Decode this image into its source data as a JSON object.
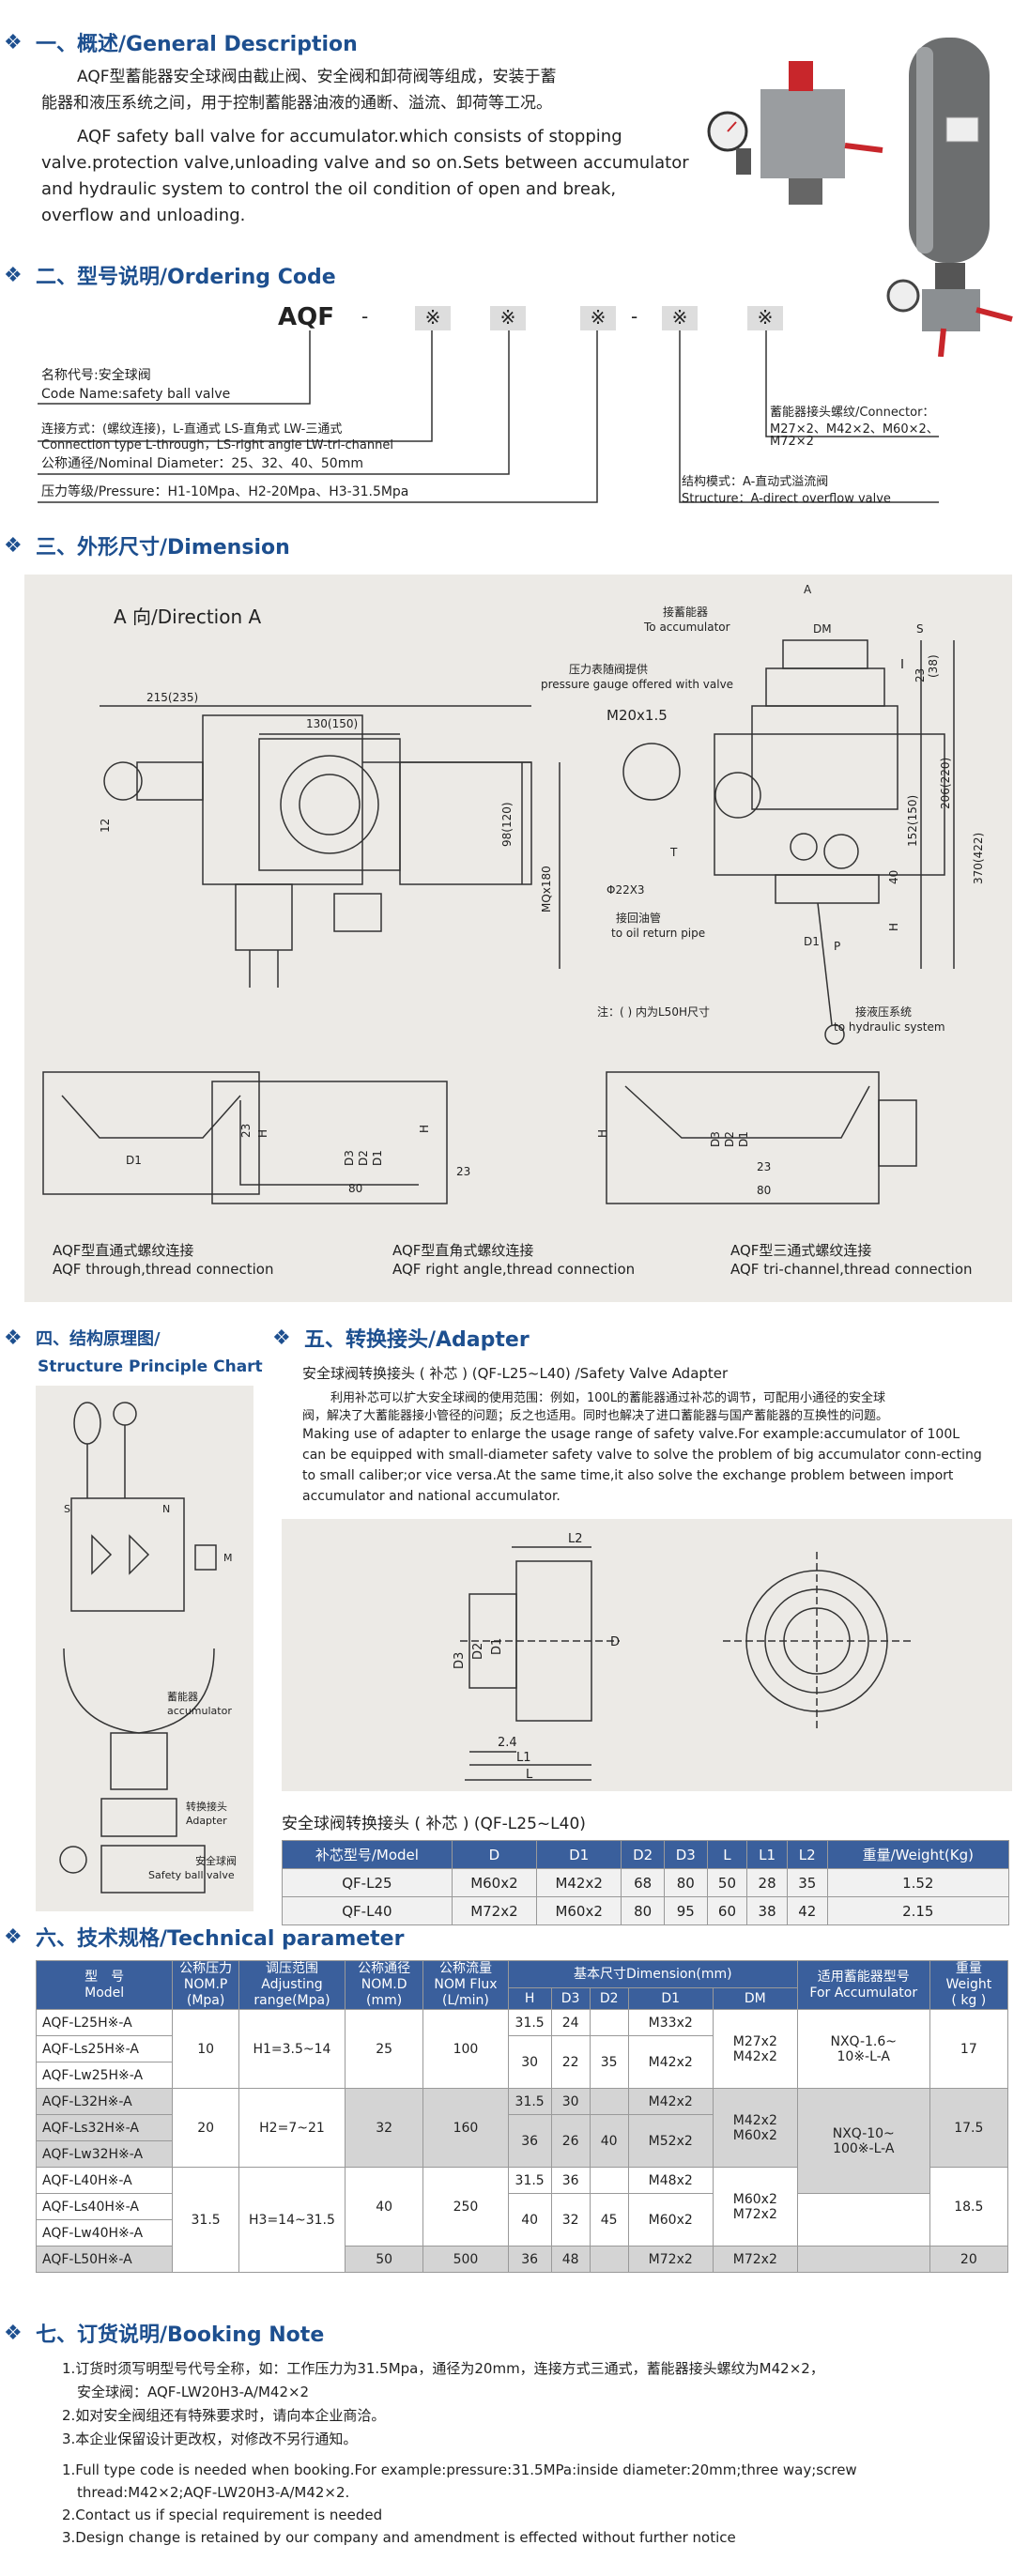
{
  "sections": {
    "s1": {
      "diamond": "❖",
      "title": "一、概述/General Description"
    },
    "s2": {
      "diamond": "❖",
      "title": "二、型号说明/Ordering Code"
    },
    "s3": {
      "diamond": "❖",
      "title": "三、外形尺寸/Dimension"
    },
    "s4": {
      "diamond": "❖",
      "title": "四、结构原理图/",
      "title2": "Structure Principle Chart"
    },
    "s5": {
      "diamond": "❖",
      "title": "五、转换接头/Adapter"
    },
    "s6": {
      "diamond": "❖",
      "title": "六、技术规格/Technical parameter"
    },
    "s7": {
      "diamond": "❖",
      "title": "七、订货说明/Booking Note"
    }
  },
  "description": {
    "cn_line1": "AQF型蓄能器安全球阀由截止阀、安全阀和卸荷阀等组成，安装于蓄",
    "cn_line2": "能器和液压系统之间，用于控制蓄能器油液的通断、溢流、卸荷等工况。",
    "en_line1": "AQF safety ball valve for accumulator.which consists of stopping",
    "en_line2": "valve.protection valve,unloading valve and so on.Sets between accumulator",
    "en_line3": "and hydraulic system to control the oil condition of open and break,",
    "en_line4": "overflow and unloading."
  },
  "ordering": {
    "code_main": "AQF",
    "dash": "-",
    "mark": "※",
    "name_cn": "名称代号:安全球阀",
    "name_en": "Code Name:safety ball valve",
    "conn_cn": "连接方式：(螺纹连接)，L-直通式  LS-直角式  LW-三通式",
    "conn_en": "Connection type L-through，LS-right angle LW-tri-channel",
    "diam": "公称通径/Nominal Diameter：25、32、40、50mm",
    "pressure": "压力等级/Pressure：H1-10Mpa、H2-20Mpa、H3-31.5Mpa",
    "connector_cn": "蓄能器接头螺纹/Connector：",
    "connector_v1": "M27×2、M42×2、M60×2、",
    "connector_v2": "M72×2",
    "struct_cn": "结构模式：A-直动式溢流阀",
    "struct_en": "Structure：A-direct overflow valve"
  },
  "dimension": {
    "direction": "A 向/Direction A",
    "d215": "215(235)",
    "d130": "130(150)",
    "d98": "98(120)",
    "mq180": "MQx180",
    "d12": "12",
    "label_a": "A",
    "dm": "DM",
    "s": "S",
    "to_acc_cn": "接蓄能器",
    "to_acc_en": "To accumulator",
    "gauge_cn": "压力表随阀提供",
    "gauge_en": "pressure gauge offered with valve",
    "m20": "M20x1.5",
    "t": "T",
    "p": "P",
    "d22": "Φ22X3",
    "return_cn": "接回油管",
    "return_en": "to oil return pipe",
    "d1": "D1",
    "h": "H",
    "d40": "40",
    "d152": "152(150)",
    "d206": "206(220)",
    "d370": "370(422)",
    "d23": "23",
    "d38": "(38)",
    "note": "注：( ) 内为L50H尺寸",
    "hyd_cn": "接液压系统",
    "hyd_en": "to hydraulic system",
    "d2": "D2",
    "d3": "D3",
    "d80": "80",
    "cap1_cn": "AQF型直通式螺纹连接",
    "cap1_en": "AQF through,thread connection",
    "cap2_cn": "AQF型直角式螺纹连接",
    "cap2_en": "AQF right angle,thread connection",
    "cap3_cn": "AQF型三通式螺纹连接",
    "cap3_en": "AQF tri-channel,thread connection"
  },
  "structure_chart": {
    "acc_cn": "蓄能器",
    "acc_en": "accumulator",
    "adapter_cn": "转换接头",
    "adapter_en": "Adapter",
    "valve_cn": "安全球阀",
    "valve_en": "Safety ball valve",
    "s": "S",
    "n": "N",
    "m": "M"
  },
  "adapter": {
    "heading": "安全球阀转换接头 ( 补芯 ) (QF-L25~L40) /Safety Valve Adapter",
    "cn_line1": "利用补芯可以扩大安全球阀的使用范围：例如，100L的蓄能器通过补芯的调节，可配用小通径的安全球",
    "cn_line2": "阀，解决了大蓄能器接小管径的问题；反之也适用。同时也解决了进口蓄能器与国产蓄能器的互换性的问题。",
    "en_line1": "Making use of adapter to enlarge the usage range of safety valve.For example:accumulator of 100L",
    "en_line2": "can be equipped with small-diameter safety valve to solve the problem of big accumulator conn-ecting",
    "en_line3": "to small caliber;or vice versa.At the same time,it also solve the exchange problem between import",
    "en_line4": "accumulator and national accumulator.",
    "l2": "L2",
    "l1": "L1",
    "l": "L",
    "d": "D",
    "d1": "D1",
    "d2": "D2",
    "d3": "D3",
    "d24": "2.4",
    "table_title": "安全球阀转换接头 ( 补芯 ) (QF-L25~L40)",
    "headers": [
      "补芯型号/Model",
      "D",
      "D1",
      "D2",
      "D3",
      "L",
      "L1",
      "L2",
      "重量/Weight(Kg)"
    ],
    "rows": [
      [
        "QF-L25",
        "M60x2",
        "M42x2",
        "68",
        "80",
        "50",
        "28",
        "35",
        "1.52"
      ],
      [
        "QF-L40",
        "M72x2",
        "M60x2",
        "80",
        "95",
        "60",
        "38",
        "42",
        "2.15"
      ]
    ]
  },
  "tech": {
    "h_model_cn": "型　号",
    "h_model_en": "Model",
    "h_nom_cn": "公称压力",
    "h_nom_en": "NOM.P",
    "h_nom_unit": "(Mpa)",
    "h_adj_cn": "调压范围",
    "h_adj_en": "Adjusting",
    "h_adj_unit": "range(Mpa)",
    "h_dia_cn": "公称通径",
    "h_dia_en": "NOM.D",
    "h_dia_unit": "(mm)",
    "h_flux_cn": "公称流量",
    "h_flux_en": "NOM Flux",
    "h_flux_unit": "(L/min)",
    "h_dim": "基本尺寸Dimension(mm)",
    "h_acc_cn": "适用蓄能器型号",
    "h_acc_en": "For Accumulator",
    "h_w_cn": "重量",
    "h_w_en": "Weight",
    "h_w_unit": "( kg )",
    "sub": [
      "H",
      "D3",
      "D2",
      "D1",
      "DM"
    ],
    "models": [
      "AQF-L25H※-A",
      "AQF-Ls25H※-A",
      "AQF-Lw25H※-A",
      "AQF-L32H※-A",
      "AQF-Ls32H※-A",
      "AQF-Lw32H※-A",
      "AQF-L40H※-A",
      "AQF-Ls40H※-A",
      "AQF-Lw40H※-A",
      "AQF-L50H※-A"
    ],
    "p10": "10",
    "p20": "20",
    "p315": "31.5",
    "adj1": "H1=3.5~14",
    "adj2": "H2=7~21",
    "adj3": "H3=14~31.5",
    "dia25": "25",
    "dia32": "32",
    "dia40": "40",
    "dia50": "50",
    "flux100": "100",
    "flux160": "160",
    "flux250": "250",
    "flux500": "500",
    "r25a": [
      "31.5",
      "24",
      "M33x2"
    ],
    "r25b": [
      "30",
      "22",
      "35",
      "M42x2"
    ],
    "r32a": [
      "31.5",
      "30",
      "M42x2"
    ],
    "r32b": [
      "36",
      "26",
      "40",
      "M52x2"
    ],
    "r40a": [
      "31.5",
      "36",
      "M48x2"
    ],
    "r40b": [
      "40",
      "32",
      "45",
      "M60x2"
    ],
    "r50": [
      "36",
      "48",
      "M72x2",
      "M72x2"
    ],
    "dm25a": "M27x2",
    "dm25b": "M42x2",
    "dm32a": "M42x2",
    "dm32b": "M60x2",
    "dm40a": "M60x2",
    "dm40b": "M72x2",
    "acc1a": "NXQ-1.6~",
    "acc1b": "10※-L-A",
    "acc2a": "NXQ-10~",
    "acc2b": "100※-L-A",
    "w17": "17",
    "w175": "17.5",
    "w185": "18.5",
    "w20": "20"
  },
  "booking": {
    "cn1": "1.订货时须写明型号代号全称，如：工作压力为31.5Mpa，通径为20mm，连接方式三通式，蓄能器接头螺纹为M42×2，",
    "cn1b": "安全球阀：AQF-LW20H3-A/M42×2",
    "cn2": "2.如对安全阀组还有特殊要求时，请向本企业商洽。",
    "cn3": "3.本企业保留设计更改权，对修改不另行通知。",
    "en1": "1.Full type code is needed when booking.For example:pressure:31.5MPa:inside diameter:20mm;three way;screw",
    "en1b": "thread:M42×2;AQF-LW20H3-A/M42×2.",
    "en2": "2.Contact us if special requirement is needed",
    "en3": "3.Design change is retained by our company and amendment is effected without further notice"
  },
  "colors": {
    "heading": "#1d4f8f",
    "table_header": "#3a5f9c",
    "panel": "#eceae6",
    "valve_red": "#c8262b"
  }
}
